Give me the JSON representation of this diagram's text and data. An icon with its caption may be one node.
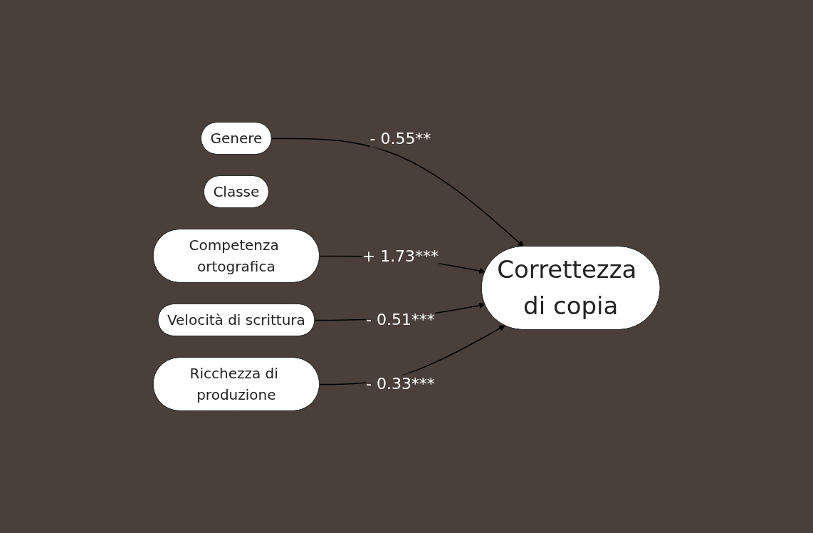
{
  "diagram": {
    "nodes": [
      {
        "text": [
          "Genere"
        ]
      },
      {
        "text": [
          "Classe"
        ]
      },
      {
        "text": [
          "Competenza ortografica"
        ]
      },
      {
        "text": [
          "Velocità di scrittura"
        ]
      },
      {
        "text": [
          "Ricchezza di produzione"
        ]
      },
      {
        "text": [
          "Correttezza di copia"
        ]
      }
    ],
    "edges": [
      {
        "from": 0,
        "to": 5,
        "arrow": "to",
        "label": "- 0.55**"
      },
      {
        "from": 2,
        "to": 5,
        "arrow": "to",
        "label": "+ 1.73***"
      },
      {
        "from": 3,
        "to": 5,
        "arrow": "to",
        "label": "- 0.51***"
      },
      {
        "from": 4,
        "to": 5,
        "arrow": "to",
        "label": "- 0.33***"
      }
    ]
  }
}
